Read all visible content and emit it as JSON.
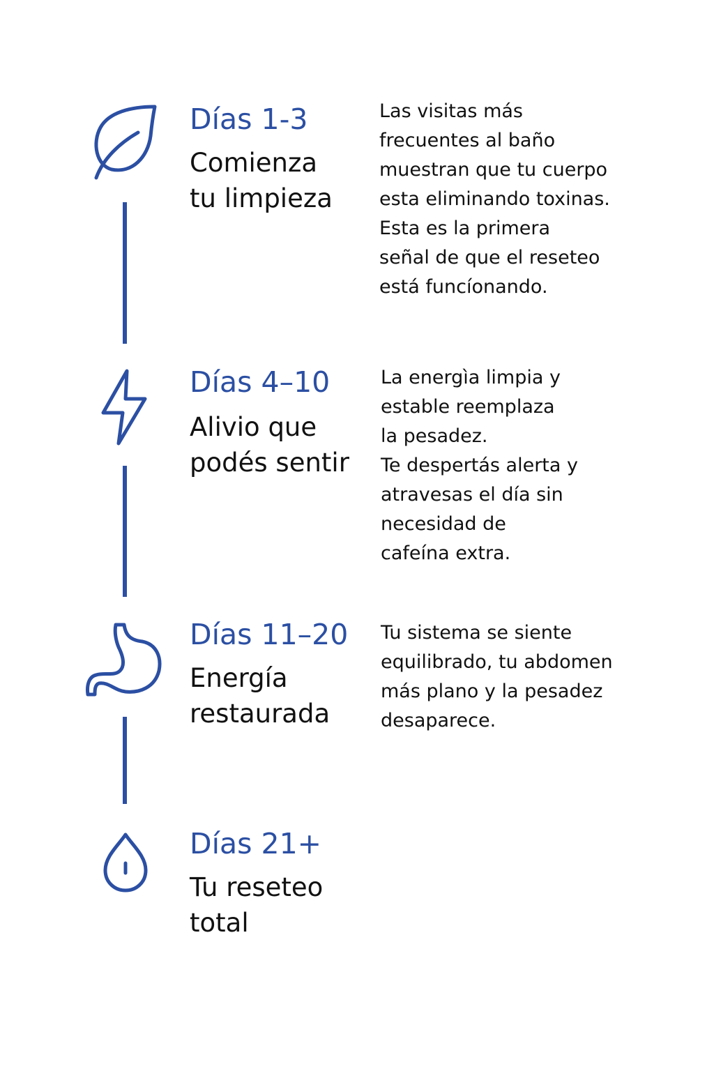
{
  "accent_color": "#2b4fa3",
  "stages": [
    {
      "icon": "leaf-icon",
      "heading": "Días 1-3",
      "title": "Comienza\ntu limpieza",
      "body": "Las visitas más\nfrecuentes al baño\nmuestran que tu cuerpo\nesta eliminando toxinas.\nEsta es la primera\nseñal de que el reseteo\nestá funcíonando."
    },
    {
      "icon": "lightning-icon",
      "heading": "Días 4–10",
      "title": "Alivio que\npodés sentir",
      "body": "La energìa limpia y\nestable reemplaza\nla pesadez.\nTe despertás  alerta y\natravesas el día sin\nnecesidad de\ncafeína extra."
    },
    {
      "icon": "stomach-icon",
      "heading": "Días 11–20",
      "title": "Energía\nrestaurada",
      "body": "Tu sistema se siente\nequilibrado, tu abdomen\nmás plano y la pesadez\ndesaparece."
    },
    {
      "icon": "water-drop-icon",
      "heading": "Días 21+",
      "title": "Tu reseteo\ntotal",
      "body": ""
    }
  ]
}
